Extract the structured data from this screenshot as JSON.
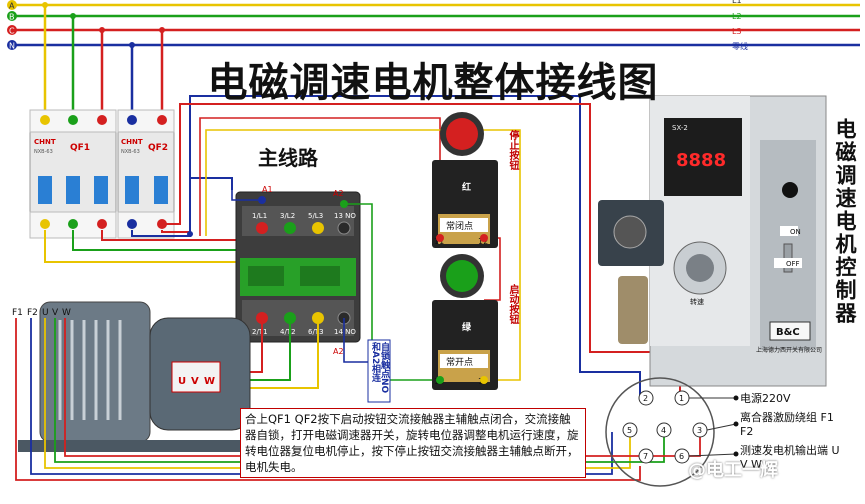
{
  "title": "电磁调速电机整体接线图",
  "subtitle": "主线路",
  "bus": {
    "labels": [
      "A",
      "B",
      "C",
      "N"
    ],
    "right_labels": [
      "L1",
      "L2",
      "L3",
      "零线"
    ],
    "colors": [
      "#e8c400",
      "#1aa01a",
      "#d42020",
      "#1a2fa0"
    ]
  },
  "breakers": [
    {
      "brand": "CHNT",
      "model": "NXB-63",
      "name": "QF1"
    },
    {
      "brand": "CHNT",
      "model": "NXB-63",
      "name": "QF2"
    }
  ],
  "contactor": {
    "coil_top": "A1",
    "coil_bottom": "A2",
    "coil_side": "A2",
    "top_terminals": [
      "1/L1",
      "3/L2",
      "5/L3",
      "13 NO"
    ],
    "bottom_terminals": [
      "2/T1",
      "4/T2",
      "6/T3",
      "14 NO"
    ],
    "self_lock_note": "自锁触点NO和A2相连"
  },
  "stop_button": {
    "label": "停止按钮",
    "contact": "常闭点",
    "pins": [
      "11",
      "12"
    ],
    "color_tag": "红"
  },
  "start_button": {
    "label": "启动按钮",
    "contact": "常开点",
    "pins": [
      "13",
      "14"
    ],
    "color_tag": "绿"
  },
  "motor": {
    "terminals": [
      "F1",
      "F2",
      "U",
      "V",
      "W"
    ],
    "box_labels": [
      "U",
      "V",
      "W"
    ]
  },
  "controller": {
    "title": "电磁调速电机控制器",
    "model": "SX-2",
    "display": "8888",
    "speed_label": "转速",
    "power_label": "ON",
    "stop_label": "OFF",
    "brand": "B&C",
    "maker": "上海德力西开关有限公司"
  },
  "plug_pins": [
    {
      "id": "1",
      "label": "电源220V"
    },
    {
      "id": "2",
      "label": ""
    },
    {
      "id": "3",
      "label": "离合器激励绕组 F1  F2"
    },
    {
      "id": "4",
      "label": ""
    },
    {
      "id": "5",
      "label": ""
    },
    {
      "id": "6",
      "label": "测速发电机输出端 U  V  W"
    },
    {
      "id": "7",
      "label": ""
    }
  ],
  "note": "合上QF1 QF2按下启动按钮交流接触器主辅触点闭合，交流接触器自锁，打开电磁调速器开关，旋转电位器调整电机运行速度，旋转电位器复位电机停止，按下停止按钮交流接触器主辅触点断开，电机失电。",
  "watermark": "@电工一辉"
}
